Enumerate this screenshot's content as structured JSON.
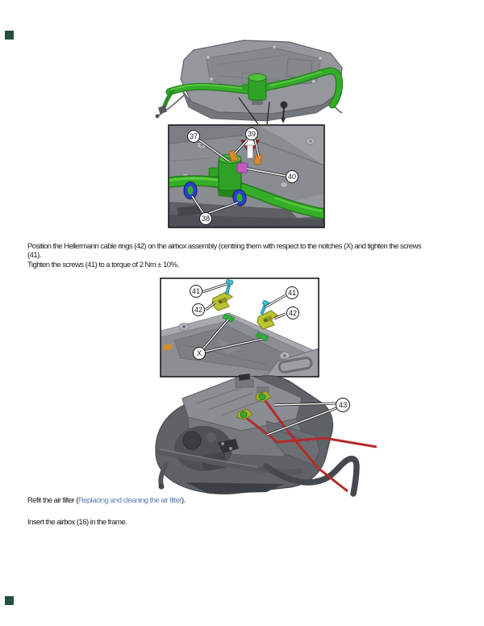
{
  "instructions": {
    "step_rings": {
      "line1": "Position the Hellermann cable rings (42) on the airbox assembly (centring them with respect to the notches (X) and tighten the screws",
      "line2": "(41).",
      "line3": "Tighten the screws (41) to a torque of 2 Nm ± 10%."
    },
    "step_refit": {
      "prefix": "Refit the air filter (",
      "link": "Replacing and cleaning the air filter",
      "suffix": ")."
    },
    "step_insert": "Insert the airbox (16) in the frame."
  },
  "figures": {
    "fig1": {
      "c37": "37",
      "c38": "38",
      "c39": "39",
      "c40": "40"
    },
    "fig2": {
      "c41_left": "41",
      "c41_right": "41",
      "c42_left": "42",
      "c42_right": "42",
      "cx": "X"
    },
    "fig3": {
      "c43": "43"
    }
  },
  "colors": {
    "text": "#1b1b1b",
    "link_blue": "#5f7fb8",
    "corner_mark_green": "#24503c",
    "harness_green": "#35ad29",
    "notch_green": "#2fae3c",
    "clamp_blue": "#2c3fd0",
    "screw_cyan": "#3aafc4",
    "ring_yellow_green": "#bdc431",
    "warning_red": "#c5262e",
    "cable_red": "#b52a2a",
    "clip_orange": "#d8882c",
    "connector_magenta": "#c158c4",
    "body_gray": "#8f9297"
  }
}
